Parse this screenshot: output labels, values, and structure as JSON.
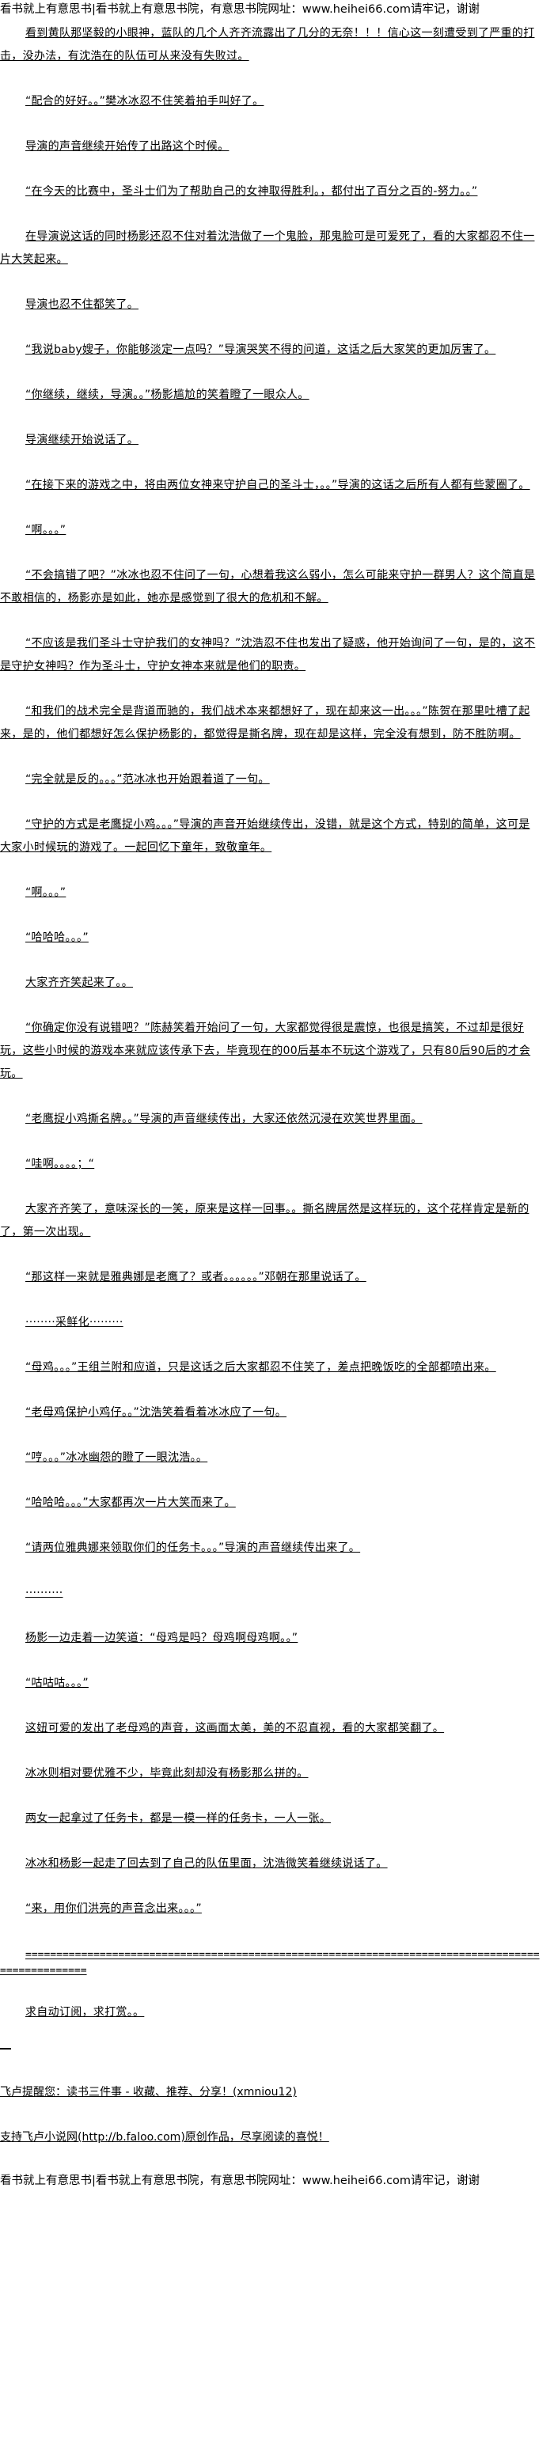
{
  "header_banner": "看书就上有意思书|看书就上有意思书院，有意思书院网址：www.heihei66.com请牢记，谢谢",
  "paragraphs": [
    "看到黄队那坚毅的小眼神，蓝队的几个人齐齐流露出了几分的无奈！！！信心这一刻遭受到了严重的打击，没办法，有沈浩在的队伍可从来没有失败过。",
    "“配合的好好。。”樊冰冰忍不住笑着拍手叫好了。",
    "导演的声音继续开始传了出路这个时候。",
    "“在今天的比赛中，圣斗士们为了帮助自己的女神取得胜利。，都付出了百分之百的-努力。。”",
    "在导演说这话的同时杨影还忍不住对着沈浩做了一个鬼脸，那鬼脸可是可爱死了，看的大家都忍不住一片大笑起来。",
    "导演也忍不住都笑了。",
    "“我说baby嫂子，你能够淡定一点吗？”导演哭笑不得的问道，这话之后大家笑的更加厉害了。",
    "“你继续，继续，导演。。”杨影尴尬的笑着瞪了一眼众人。",
    "导演继续开始说话了。",
    "“在接下来的游戏之中，将由两位女神来守护自己的圣斗士，。。”导演的这话之后所有人都有些蒙圈了。",
    "“啊。。。”",
    "“不会搞错了吧？”冰冰也忍不住问了一句，心想着我这么弱小，怎么可能来守护一群男人？这个简直是不敢相信的，杨影亦是如此，她亦是感觉到了很大的危机和不解。",
    "“不应该是我们圣斗士守护我们的女神吗？”沈浩忍不住也发出了疑惑，他开始询问了一句，是的，这不是守护女神吗？作为圣斗士，守护女神本来就是他们的职责。",
    "“和我们的战术完全是背道而驰的，我们战术本来都想好了，现在却来这一出。。。”陈贺在那里吐槽了起来，是的，他们都想好怎么保护杨影的，都觉得是撕名牌，现在却是这样，完全没有想到，防不胜防啊。",
    "“完全就是反的。。。”范冰冰也开始跟着道了一句。",
    "“守护的方式是老鹰捉小鸡。。。”导演的声音开始继续传出，没错，就是这个方式，特别的简单，这可是大家小时候玩的游戏了。一起回忆下童年，致敬童年。",
    "“啊。。。”",
    "“哈哈哈。。。”",
    "大家齐齐笑起来了。。",
    "“你确定你没有说错吧？”陈赫笑着开始问了一句，大家都觉得很是震惊，也很是搞笑，不过却是很好玩，这些小时候的游戏本来就应该传承下去，毕竟现在的00后基本不玩这个游戏了，只有80后90后的才会玩。",
    "“老鹰捉小鸡撕名牌。。”导演的声音继续传出，大家还依然沉浸在欢笑世界里面。",
    "“哇啊。。。。；“",
    "大家齐齐笑了，意味深长的一笑，原来是这样一回事。。撕名牌居然是这样玩的，这个花样肯定是新的了，第一次出现。",
    "“那这样一来就是雅典娜是老鹰了？或者。。。。。。”邓朝在那里说话了。",
    "········采鲜化·········",
    "“母鸡。。。”王组兰附和应道，只是这话之后大家都忍不住笑了，差点把晚饭吃的全部都喷出来。",
    "“老母鸡保护小鸡仔。。”沈浩笑着看着冰冰应了一句。",
    "“哼。。。”冰冰幽怨的瞪了一眼沈浩。。",
    "“哈哈哈。。。”大家都再次一片大笑而来了。",
    "“请两位雅典娜来领取你们的任务卡。。。”导演的声音继续传出来了。",
    "··········",
    "杨影一边走着一边笑道：“母鸡是吗？母鸡啊母鸡啊。。”",
    "“咕咕咕。。。”",
    "这妞可爱的发出了老母鸡的声音，这画面太美，美的不忍直视，看的大家都笑翻了。",
    "冰冰则相对要优雅不少，毕竟此刻却没有杨影那么拼的。",
    "两女一起拿过了任务卡，都是一模一样的任务卡，一人一张。",
    "冰冰和杨影一起走了回去到了自己的队伍里面，沈浩微笑着继续说话了。",
    "“来，用你们洪亮的声音念出来。。。”"
  ],
  "separator": "=================================================================================================",
  "closing_request": "求自动订阅，求打赏。。",
  "footer_lines": [
    "飞卢提醒您：读书三件事 - 收藏、推荐、分享！(xmniou12)",
    "支持飞卢小说网(http://b.faloo.com)原创作品，尽享阅读的喜悦！"
  ],
  "footer_banner": "看书就上有意思书|看书就上有意思书院，有意思书院网址：www.heihei66.com请牢记，谢谢"
}
